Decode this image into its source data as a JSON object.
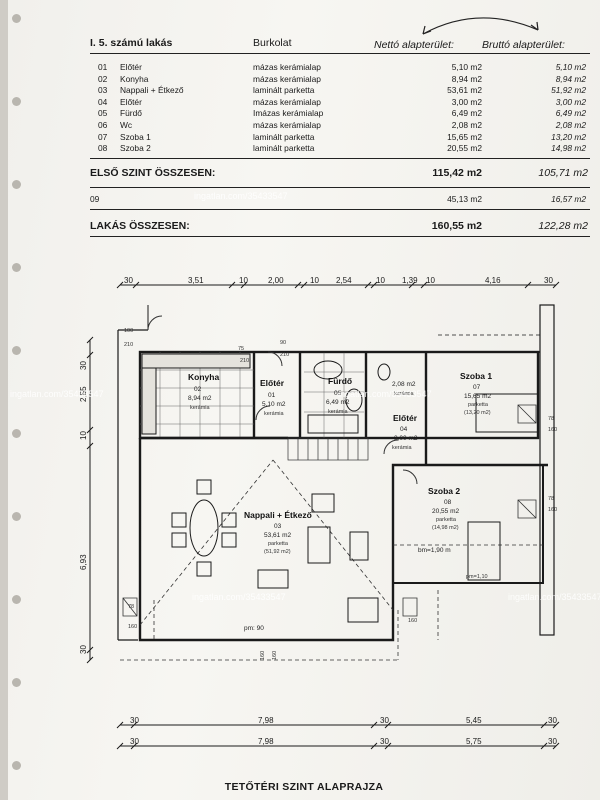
{
  "header": {
    "apartment": "I. 5. számú lakás",
    "covering": "Burkolat",
    "net_area": "Nettó alapterület:",
    "gross_area": "Bruttó alapterület:"
  },
  "rooms": [
    {
      "no": "01",
      "name": "Előtér",
      "floor": "mázas kerámialap",
      "net": "5,10 m2",
      "gross": "5,10 m2"
    },
    {
      "no": "02",
      "name": "Konyha",
      "floor": "mázas kerámialap",
      "net": "8,94 m2",
      "gross": "8,94 m2"
    },
    {
      "no": "03",
      "name": "Nappali + Étkező",
      "floor": "laminált parketta",
      "net": "53,61 m2",
      "gross": "51,92 m2"
    },
    {
      "no": "04",
      "name": "Előtér",
      "floor": "mázas kerámialap",
      "net": "3,00 m2",
      "gross": "3,00 m2"
    },
    {
      "no": "05",
      "name": "Fürdő",
      "floor": "Imázas kerámialap",
      "net": "6,49 m2",
      "gross": "6,49 m2"
    },
    {
      "no": "06",
      "name": "Wc",
      "floor": "mázas kerámialap",
      "net": "2,08 m2",
      "gross": "2,08 m2"
    },
    {
      "no": "07",
      "name": "Szoba 1",
      "floor": "laminált parketta",
      "net": "15,65 m2",
      "gross": "13,20 m2"
    },
    {
      "no": "08",
      "name": "Szoba 2",
      "floor": "laminált parketta",
      "net": "20,55 m2",
      "gross": "14,98 m2"
    }
  ],
  "first_floor_total": {
    "label": "ELSŐ SZINT ÖSSZESEN:",
    "net": "115,42 m2",
    "gross": "105,71 m2"
  },
  "row09": {
    "no": "09",
    "net": "45,13 m2",
    "gross": "16,57 m2"
  },
  "apartment_total": {
    "label": "LAKÁS ÖSSZESEN:",
    "net": "160,55 m2",
    "gross": "122,28 m2"
  },
  "watermark": "ingatlan.com/35433547",
  "top_dims": [
    "30",
    "3,51",
    "10",
    "2,00",
    "10",
    "2,54",
    "10",
    "1,39",
    "10",
    "4,16",
    "30"
  ],
  "bottom_dims_1": [
    "30",
    "7,98",
    "30",
    "5,45",
    "30"
  ],
  "bottom_dims_2": [
    "30",
    "7,98",
    "30",
    "5,75",
    "30"
  ],
  "left_dims": [
    "30",
    "2,55",
    "10",
    "6,93",
    "30"
  ],
  "plan_labels": {
    "konyha": {
      "name": "Konyha",
      "no": "02",
      "area": "8,94 m2",
      "floor": "kerámia"
    },
    "eloter1": {
      "name": "Előtér",
      "no": "01",
      "area": "5,10 m2",
      "floor": "kerámia"
    },
    "furdo": {
      "name": "Fürdő",
      "no": "05",
      "area": "6,49 m2",
      "floor": "kerámia"
    },
    "wc": {
      "area": "2,08 m2",
      "floor": "kerámia"
    },
    "eloter2": {
      "name": "Előtér",
      "no": "04",
      "area": "3,00 m2",
      "floor": "kerámia"
    },
    "szoba1": {
      "name": "Szoba 1",
      "no": "07",
      "area": "15,65 m2",
      "floor": "parketta",
      "sub": "(13,20 m2)"
    },
    "szoba2": {
      "name": "Szoba 2",
      "no": "08",
      "area": "20,55 m2",
      "floor": "parketta",
      "sub": "(14,98 m2)",
      "bm": "bm=1,90 m",
      "pm": "pm=1,10"
    },
    "nappali": {
      "name": "Nappali + Étkező",
      "no": "03",
      "area": "53,61 m2",
      "floor": "parketta",
      "sub": "(51,92 m2)",
      "pm": "pm: 90"
    },
    "door_marks": [
      "100",
      "210",
      "75",
      "210",
      "90",
      "210",
      "78",
      "160",
      "78",
      "160",
      "78",
      "160",
      "160",
      "160",
      "160"
    ]
  },
  "footer": {
    "title": "TETŐTÉRI SZINT ALAPRAJZA"
  }
}
